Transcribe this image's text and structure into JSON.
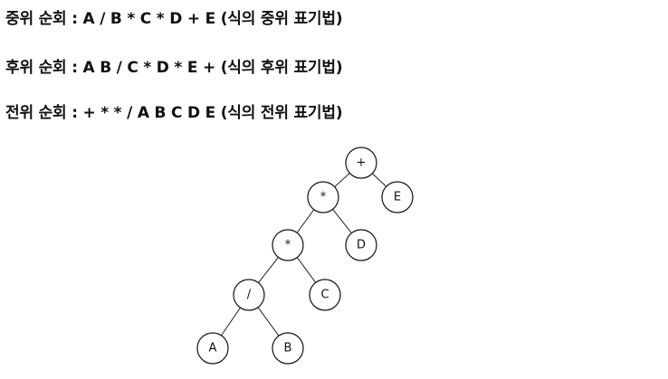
{
  "traversals": [
    "중위 순회 : A / B * C * D + E  (식의 중위 표기법)",
    "후위 순회 : A B / C * D * E + (식의 후위 표기법)",
    "전위 순회 : + * * / A B C D E (식의 전위 표기법)"
  ],
  "tree": {
    "nodes": [
      {
        "id": "n1",
        "label": "+"
      },
      {
        "id": "n2",
        "label": "*"
      },
      {
        "id": "n3",
        "label": "E"
      },
      {
        "id": "n4",
        "label": "*"
      },
      {
        "id": "n5",
        "label": "D"
      },
      {
        "id": "n6",
        "label": "/"
      },
      {
        "id": "n7",
        "label": "C"
      },
      {
        "id": "n8",
        "label": "A"
      },
      {
        "id": "n9",
        "label": "B"
      }
    ],
    "edges": [
      [
        "n1",
        "n2"
      ],
      [
        "n1",
        "n3"
      ],
      [
        "n2",
        "n4"
      ],
      [
        "n2",
        "n5"
      ],
      [
        "n4",
        "n6"
      ],
      [
        "n4",
        "n7"
      ],
      [
        "n6",
        "n8"
      ],
      [
        "n6",
        "n9"
      ]
    ]
  }
}
